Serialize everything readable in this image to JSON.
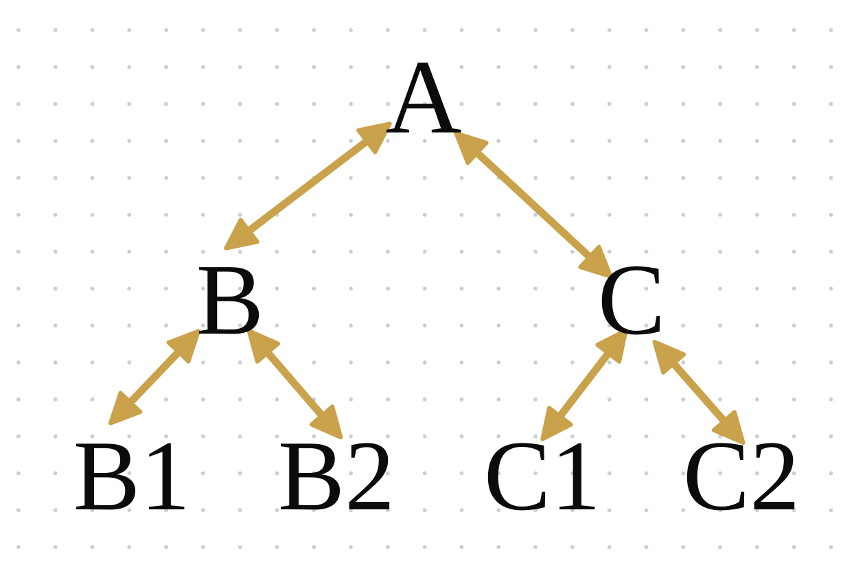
{
  "diagram": {
    "type": "tree",
    "accent_color": "#c9a24b",
    "background_dot_color": "#c9ced8",
    "nodes": [
      {
        "id": "A",
        "label": "A"
      },
      {
        "id": "B",
        "label": "B"
      },
      {
        "id": "C",
        "label": "C"
      },
      {
        "id": "B1",
        "label": "B1"
      },
      {
        "id": "B2",
        "label": "B2"
      },
      {
        "id": "C1",
        "label": "C1"
      },
      {
        "id": "C2",
        "label": "C2"
      }
    ],
    "edges": [
      {
        "from": "A",
        "to": "B",
        "style": "bidirectional-arrow"
      },
      {
        "from": "A",
        "to": "C",
        "style": "bidirectional-arrow"
      },
      {
        "from": "B",
        "to": "B1",
        "style": "bidirectional-arrow"
      },
      {
        "from": "B",
        "to": "B2",
        "style": "bidirectional-arrow"
      },
      {
        "from": "C",
        "to": "C1",
        "style": "bidirectional-arrow"
      },
      {
        "from": "C",
        "to": "C2",
        "style": "bidirectional-arrow"
      }
    ]
  }
}
